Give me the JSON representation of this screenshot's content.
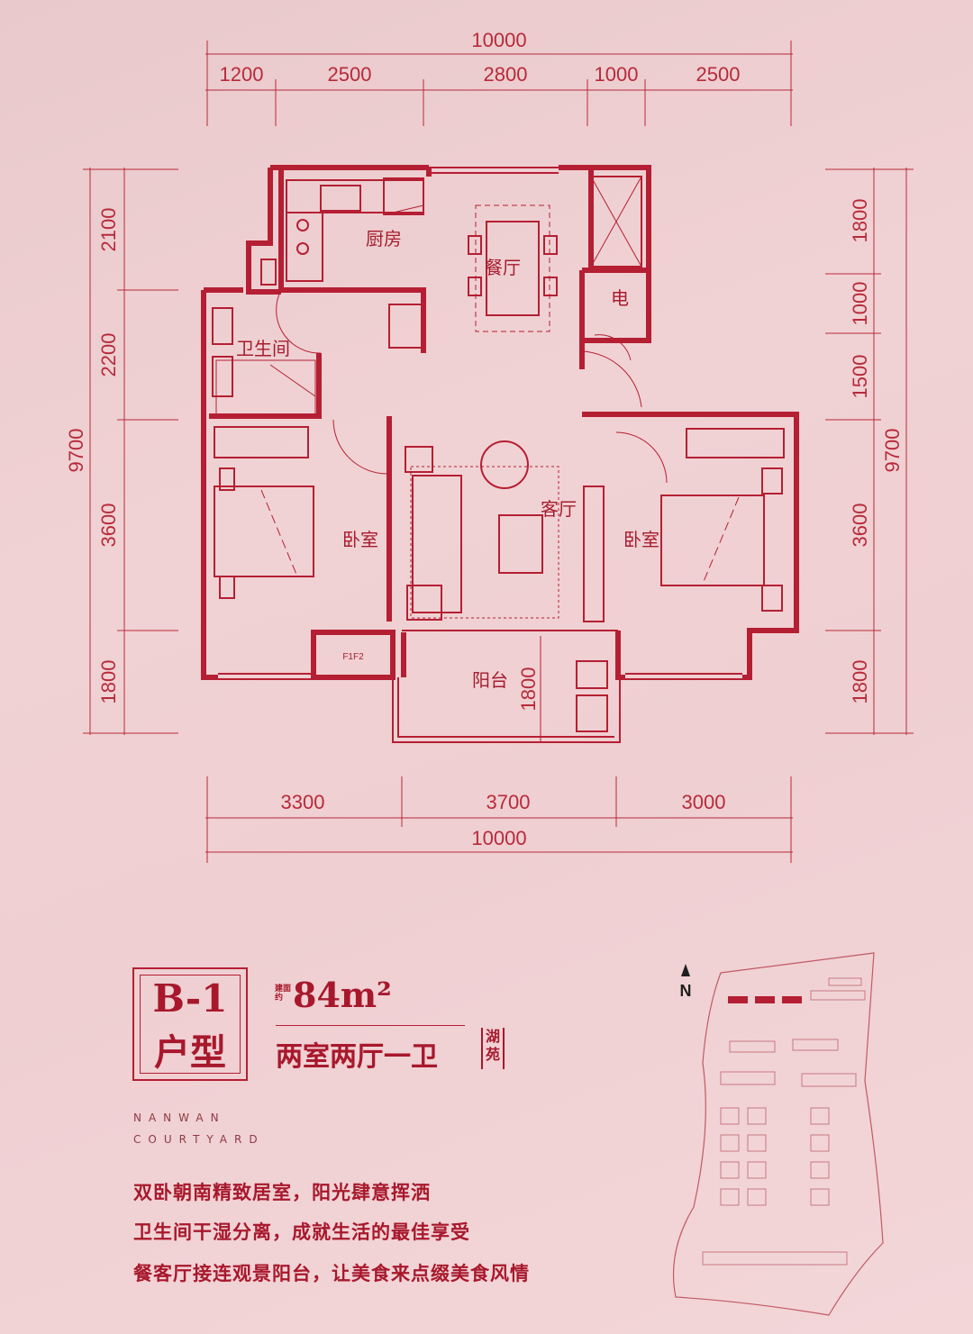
{
  "dimensions": {
    "top_total": "10000",
    "top_segments": [
      "1200",
      "2500",
      "2800",
      "1000",
      "2500"
    ],
    "bottom_segments": [
      "3300",
      "3700",
      "3000"
    ],
    "bottom_total": "10000",
    "left_segments": [
      "2100",
      "2200",
      "3600",
      "1800"
    ],
    "left_total": "9700",
    "right_segments": [
      "1800",
      "1000",
      "1500",
      "3600",
      "1800"
    ],
    "right_total": "9700",
    "balcony_depth": "1800"
  },
  "rooms": {
    "kitchen": "厨房",
    "dining": "餐厅",
    "electric": "电",
    "bathroom": "卫生间",
    "bedroom_left": "卧室",
    "living": "客厅",
    "bedroom_right": "卧室",
    "balcony": "阳台",
    "fire_door": "F1F2"
  },
  "unit": {
    "code": "B-1",
    "type_word": "户型",
    "area_label": "建面约",
    "area_value": "84m²",
    "summary": "两室两厅一卫",
    "project": "湖苑"
  },
  "brand": {
    "line1": "NANWAN",
    "line2": "COURTYARD"
  },
  "features": [
    "双卧朝南精致居室，阳光肆意挥洒",
    "卫生间干湿分离，成就生活的最佳享受",
    "餐客厅接连观景阳台，让美食来点缀美食风情"
  ],
  "site_map": {
    "north": "N"
  },
  "colors": {
    "line": "#b51f33",
    "wall": "#b51f33",
    "background": "#f1d2d4"
  }
}
